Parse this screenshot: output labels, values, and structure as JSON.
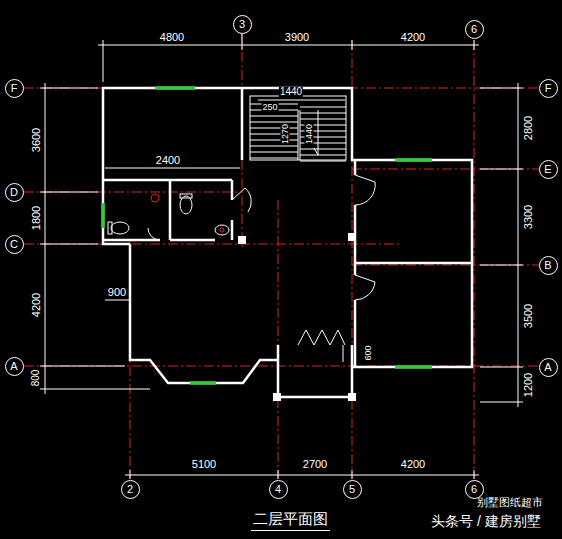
{
  "diagram": {
    "title": "二层平面图",
    "nodes": [
      {
        "text": [
          "3"
        ]
      },
      {
        "text": [
          "6"
        ]
      },
      {
        "text": [
          "F"
        ]
      },
      {
        "text": [
          "F"
        ]
      },
      {
        "text": [
          "E"
        ]
      },
      {
        "text": [
          "D"
        ]
      },
      {
        "text": [
          "C"
        ]
      },
      {
        "text": [
          "B"
        ]
      },
      {
        "text": [
          "A"
        ]
      },
      {
        "text": [
          "A"
        ]
      },
      {
        "text": [
          "2"
        ]
      },
      {
        "text": [
          "4"
        ]
      },
      {
        "text": [
          "5"
        ]
      },
      {
        "text": [
          "6"
        ]
      }
    ],
    "labels": [
      "4800",
      "3900",
      "4200",
      "3600",
      "1800",
      "4200",
      "800",
      "2800",
      "3300",
      "3500",
      "1200",
      "5100",
      "2700",
      "4200",
      "2400",
      "900",
      "1440",
      "250",
      "1270",
      "1440",
      "600",
      "别墅图纸超市",
      "头条号 / 建房别墅"
    ]
  }
}
